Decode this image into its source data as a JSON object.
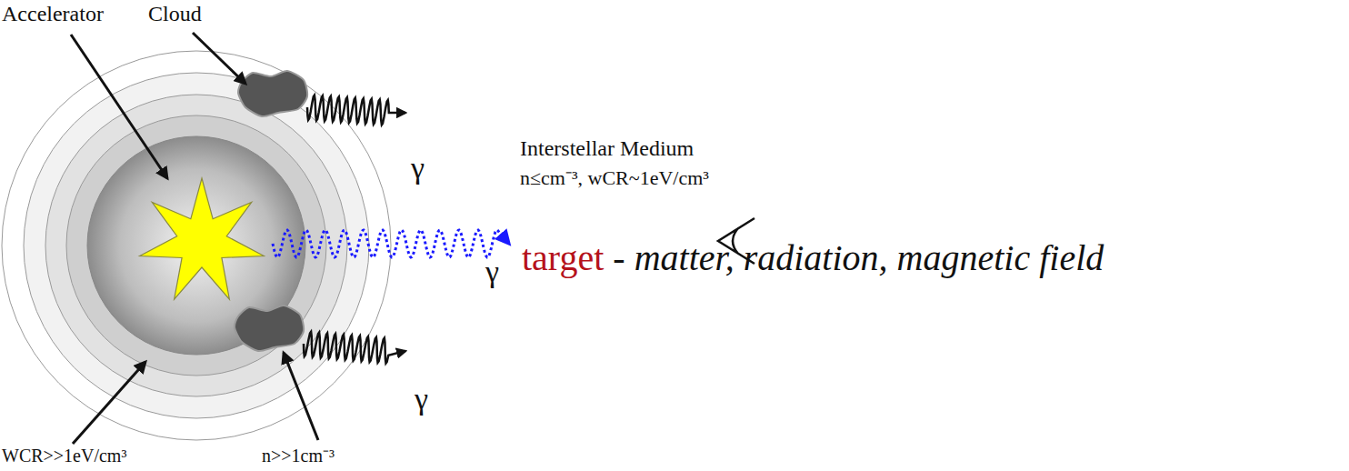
{
  "diagram": {
    "labels": [
      "Accelerator",
      "Cloud",
      "Interstellar Medium",
      "n≤cm⁻³, wCR~1eV/cm³",
      "γ",
      "γ",
      "γ",
      "target",
      "- matter, radiation, magnetic field",
      "WCR>>1eV/cm³",
      "n>>1cm⁻³"
    ]
  }
}
